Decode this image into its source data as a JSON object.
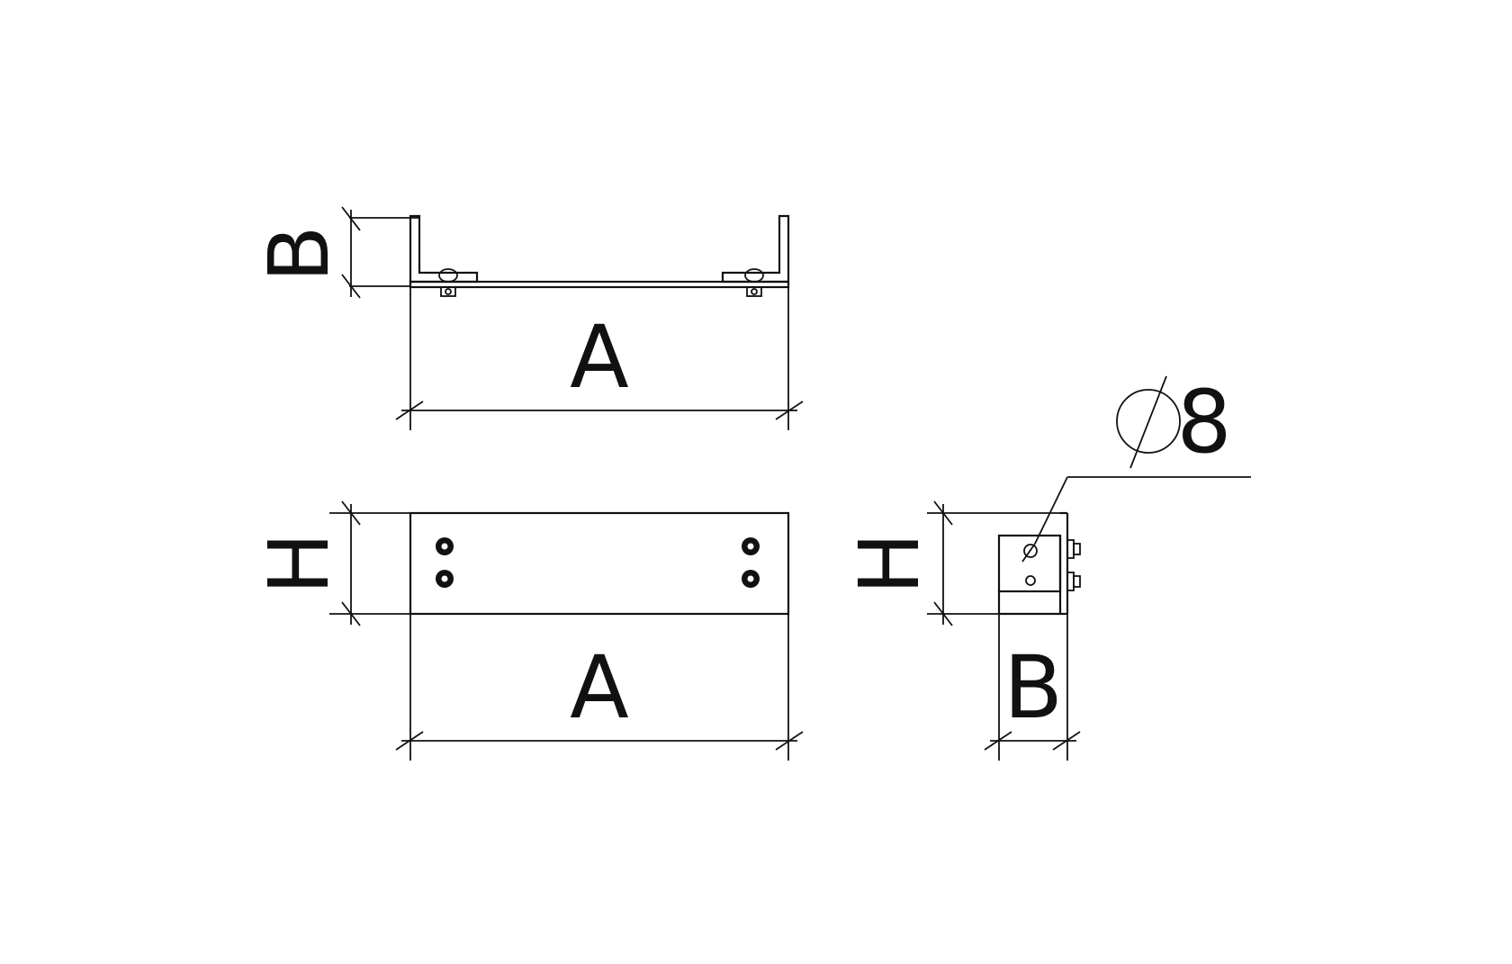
{
  "labels": {
    "top_width": "A",
    "top_height": "B",
    "front_height": "H",
    "front_width": "A",
    "side_height": "H",
    "side_depth": "B",
    "hole_symbol": "∅",
    "hole_size": "8"
  },
  "colors": {
    "line": "#111111",
    "background": "#ffffff"
  }
}
